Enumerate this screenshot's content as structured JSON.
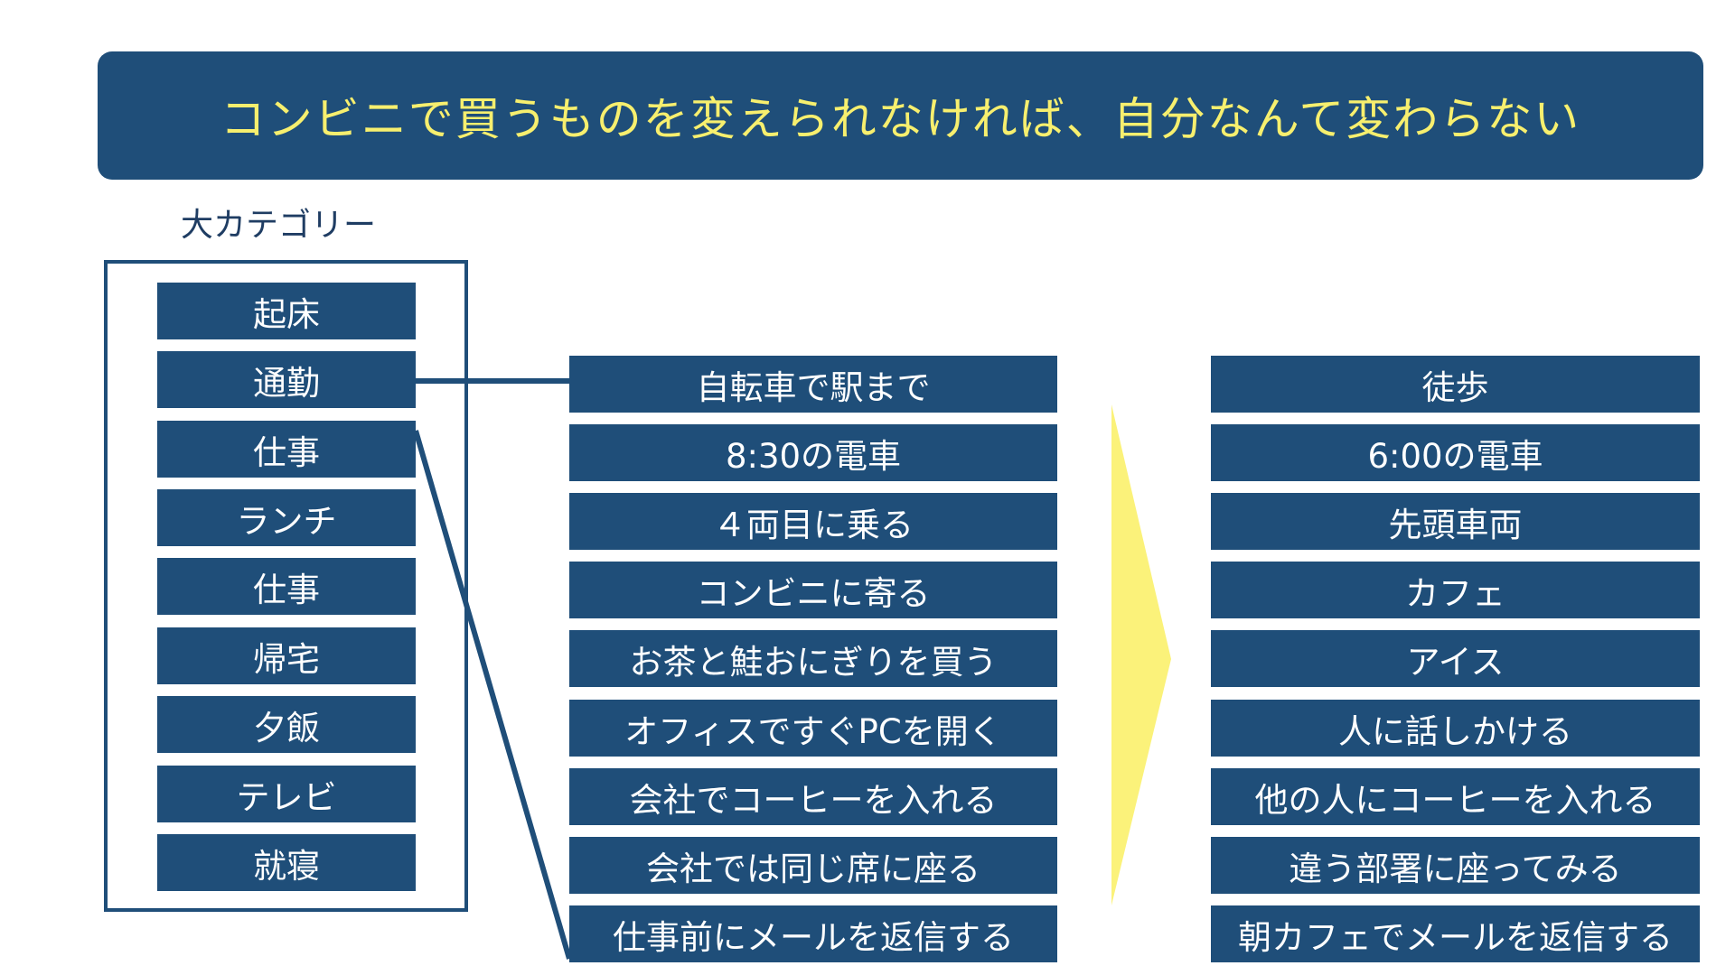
{
  "title": "コンビニで買うものを変えられなければ、自分なんて変わらない",
  "category_label": "大カテゴリー",
  "categories": [
    "起床",
    "通勤",
    "仕事",
    "ランチ",
    "仕事",
    "帰宅",
    "夕飯",
    "テレビ",
    "就寝"
  ],
  "current_actions": [
    "自転車で駅まで",
    "8:30の電車",
    "４両目に乗る",
    "コンビニに寄る",
    "お茶と鮭おにぎりを買う",
    "オフィスですぐPCを開く",
    "会社でコーヒーを入れる",
    "会社では同じ席に座る",
    "仕事前にメールを返信する"
  ],
  "changed_actions": [
    "徒歩",
    "6:00の電車",
    "先頭車両",
    "カフェ",
    "アイス",
    "人に話しかける",
    "他の人にコーヒーを入れる",
    "違う部署に座ってみる",
    "朝カフェでメールを返信する"
  ],
  "colors": {
    "box_fill": "#1f4e79",
    "title_text": "#f7ef6e",
    "arrow_fill": "#fbf27a"
  }
}
